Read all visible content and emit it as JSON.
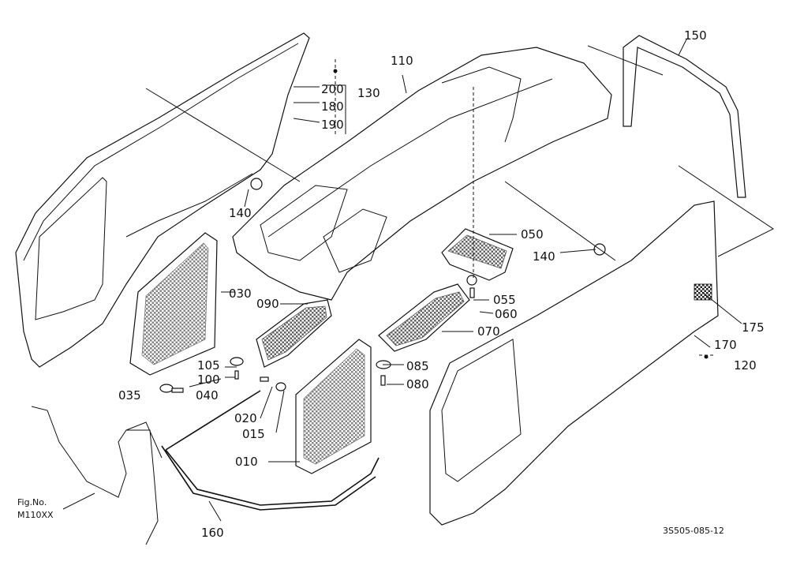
{
  "labels": {
    "l010": "010",
    "l015": "015",
    "l020": "020",
    "l030": "030",
    "l035": "035",
    "l040": "040",
    "l050": "050",
    "l055": "055",
    "l060": "060",
    "l070": "070",
    "l080": "080",
    "l085": "085",
    "l090": "090",
    "l100": "100",
    "l105": "105",
    "l110": "110",
    "l120": "120",
    "l130": "130",
    "l140a": "140",
    "l140b": "140",
    "l150": "150",
    "l160": "160",
    "l170": "170",
    "l175": "175",
    "l180": "180",
    "l190": "190",
    "l200": "200"
  },
  "fig_ref": {
    "line1": "Fig.No.",
    "line2": "M110XX"
  },
  "drawing_code": "3S505-085-12"
}
